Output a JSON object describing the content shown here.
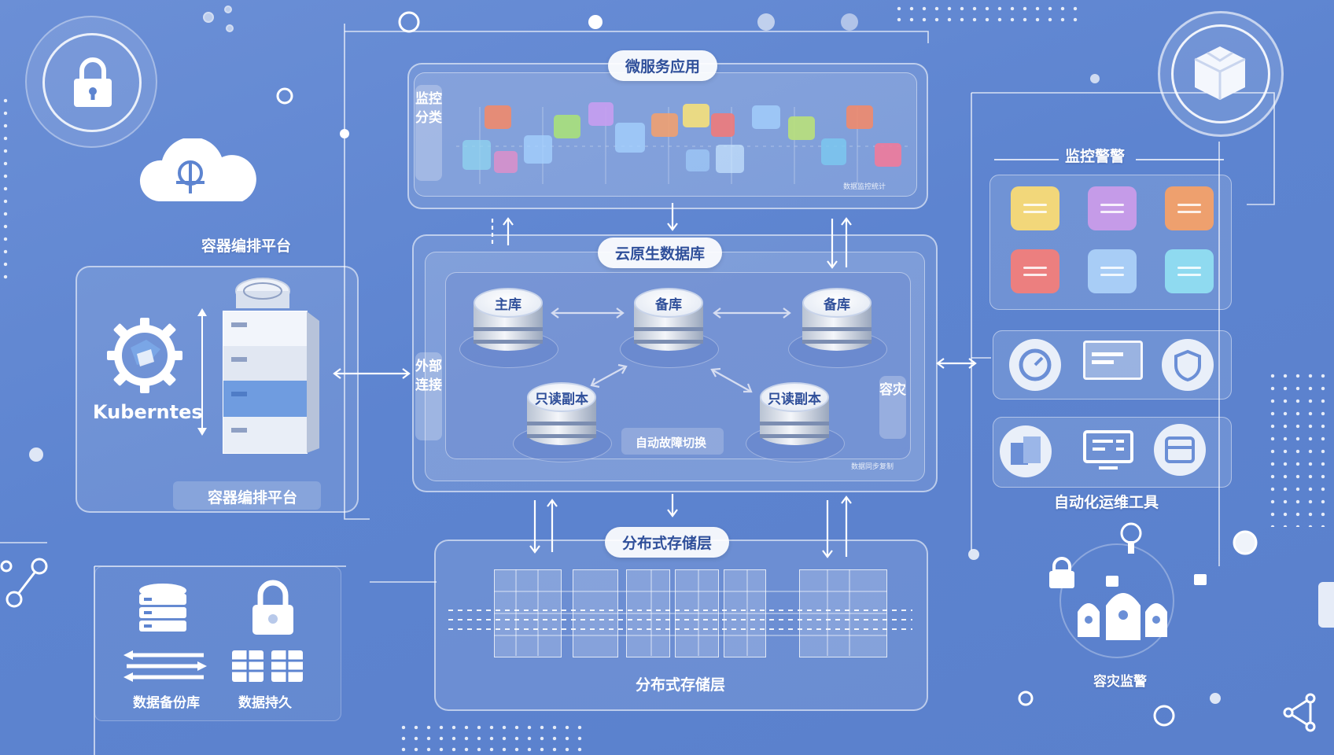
{
  "microservice": {
    "title": "微服务应用",
    "side_tab": "监控分类",
    "footer_note": "数据监控统计"
  },
  "database": {
    "title": "云原生数据库",
    "primary": "主库",
    "middle": "备库",
    "standby": "备库",
    "replica_left": "只读副本",
    "replica_right": "只读副本",
    "failover": "自动故障切换",
    "side_left": "外部连接",
    "side_right": "容灾",
    "footer_note": "数据同步复制"
  },
  "container": {
    "title": "容器编排平台",
    "k8s": "Kuberntes",
    "footer": "容器编排平台"
  },
  "storage": {
    "title": "分布式存储层",
    "footer": "分布式存储层"
  },
  "monitoring": {
    "title": "监控警警"
  },
  "ops": {
    "title": "自动化运维工具"
  },
  "backup": {
    "label_left": "数据备份库",
    "label_right": "数据持久"
  },
  "disaster": {
    "label": "容灾监警"
  },
  "colors": {
    "background": "#5d84d0",
    "pill_text": "#2f4f9a",
    "tile_colors": [
      "#f08a6c",
      "#8fd6f0",
      "#f08cc8",
      "#a9e07a",
      "#c79df0",
      "#a6d3ff",
      "#f0a070",
      "#f5e07a",
      "#ee7a7a",
      "#b9e07a",
      "#7ac9f0",
      "#f08a6c",
      "#f07a9a"
    ]
  },
  "icons": [
    "lock-icon",
    "cloud-icon",
    "kubernetes-icon",
    "server-icon",
    "cube-icon",
    "database-icon",
    "padlock-icon",
    "monitor-icon",
    "shield-icon"
  ]
}
